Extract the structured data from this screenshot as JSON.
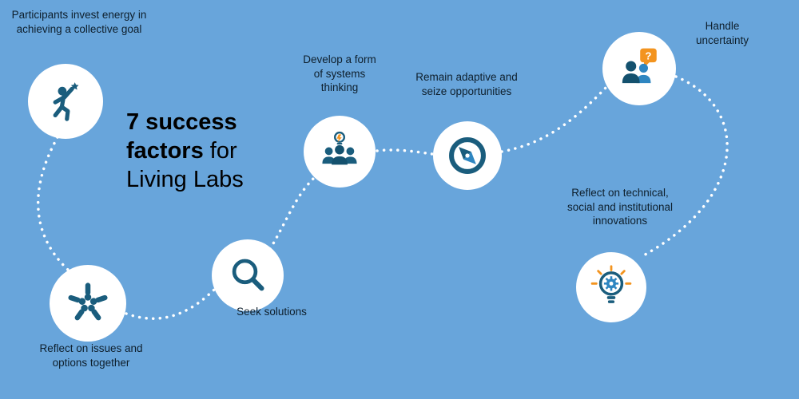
{
  "title": {
    "bold": "7 success factors",
    "regular": " for Living Labs"
  },
  "factors": [
    {
      "id": "invest-energy",
      "label": "Participants invest energy in achieving a collective goal",
      "icon": "person-reaching-star-icon"
    },
    {
      "id": "reflect-together",
      "label": "Reflect on issues and options together",
      "icon": "hands-teamwork-icon"
    },
    {
      "id": "seek-solutions",
      "label": "Seek solutions",
      "icon": "magnifying-glass-icon"
    },
    {
      "id": "systems-thinking",
      "label": "Develop a form of systems thinking",
      "icon": "group-idea-icon"
    },
    {
      "id": "remain-adaptive",
      "label": "Remain adaptive and seize opportunities",
      "icon": "compass-icon"
    },
    {
      "id": "handle-uncertainty",
      "label": "Handle uncertainty",
      "icon": "discussion-question-icon"
    },
    {
      "id": "reflect-innovations",
      "label": "Reflect on technical, social and institutional innovations",
      "icon": "lightbulb-gear-icon"
    }
  ],
  "uncertainty_bubble": {
    "question": "?"
  },
  "colors": {
    "background": "#68a5db",
    "node_fill": "#ffffff",
    "connector": "#ffffff",
    "icon_dark_teal": "#1a5d7d",
    "icon_medium_blue": "#2e86c1",
    "accent_orange": "#f3941f",
    "text": "#0e1f2c",
    "title_text": "#000000"
  }
}
